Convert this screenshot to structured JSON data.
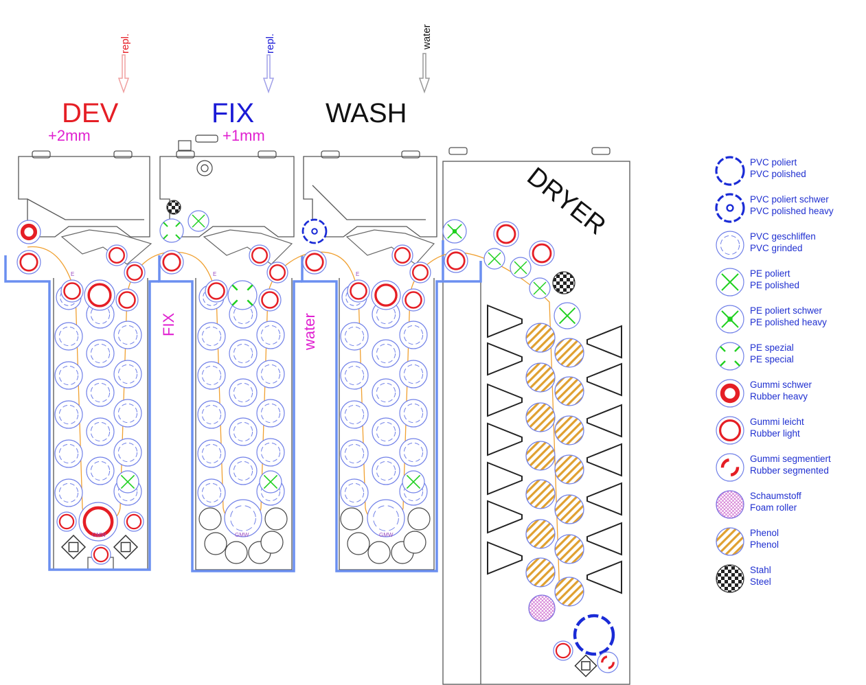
{
  "sections": {
    "dev": {
      "title": "DEV",
      "offset": "+2mm",
      "supply": "repl.",
      "color": "#e51e25"
    },
    "fix": {
      "title": "FIX",
      "offset": "+1mm",
      "supply": "repl.",
      "color": "#1a1ad6"
    },
    "wash": {
      "title": "WASH",
      "supply": "water",
      "color": "#111111"
    },
    "dryer": {
      "title": "DRYER"
    }
  },
  "channel_labels": {
    "fix": "FIX",
    "water": "water",
    "color": "#e020d0"
  },
  "roller_marks": {
    "mark_e": "E",
    "mark_gmw": "GMW"
  },
  "legend": [
    {
      "type": "pvc-polished",
      "de": "PVC poliert",
      "en": "PVC polished"
    },
    {
      "type": "pvc-polished-heavy",
      "de": "PVC poliert schwer",
      "en": "PVC polished heavy"
    },
    {
      "type": "pvc-grinded",
      "de": "PVC geschliffen",
      "en": "PVC grinded"
    },
    {
      "type": "pe-polished",
      "de": "PE poliert",
      "en": "PE polished"
    },
    {
      "type": "pe-polished-heavy",
      "de": "PE poliert schwer",
      "en": "PE polished heavy"
    },
    {
      "type": "pe-special",
      "de": "PE spezial",
      "en": "PE special"
    },
    {
      "type": "rubber-heavy",
      "de": "Gummi schwer",
      "en": "Rubber heavy"
    },
    {
      "type": "rubber-light",
      "de": "Gummi leicht",
      "en": "Rubber light"
    },
    {
      "type": "rubber-segmented",
      "de": "Gummi segmentiert",
      "en": "Rubber segmented"
    },
    {
      "type": "foam",
      "de": "Schaumstoff",
      "en": "Foam roller"
    },
    {
      "type": "phenol",
      "de": "Phenol",
      "en": "Phenol"
    },
    {
      "type": "steel",
      "de": "Stahl",
      "en": "Steel"
    }
  ],
  "colors": {
    "tank": "#6b8ff0",
    "frame": "#555555",
    "web": "#f0a030",
    "pvc": "#1a2bd6",
    "pe": "#1fd01f",
    "rubber": "#e51e25",
    "phenol": "#e0a030",
    "foam": "#d070d0"
  }
}
